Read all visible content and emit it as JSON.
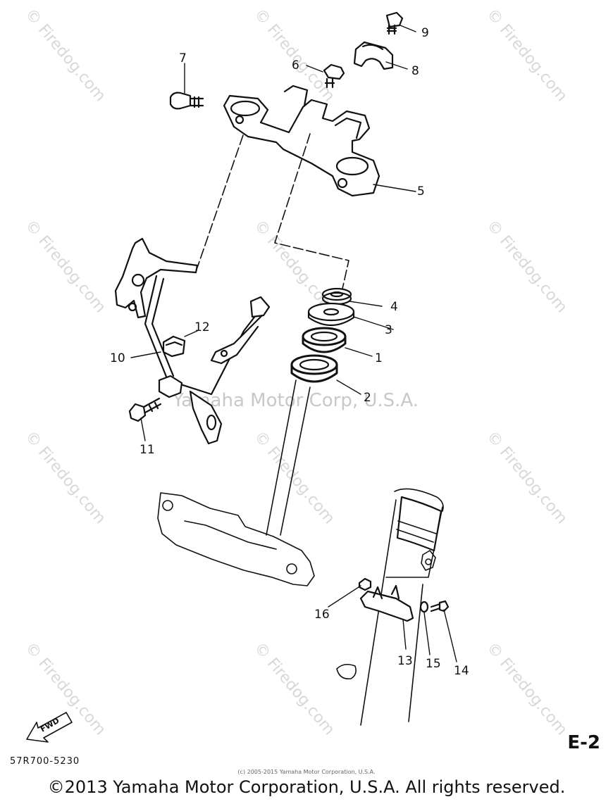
{
  "diagram": {
    "page_code": "E-2",
    "drawing_number": "57R700-5230",
    "fwd_label": "FWD",
    "watermark": "© Firedog.com",
    "center_watermark": "Yamaha Motor Corp, U.S.A.",
    "small_copyright": "(c) 2005-2015 Yamaha Motor Corporation, U.S.A.",
    "copyright": "©2013 Yamaha Motor Corporation, U.S.A. All rights reserved.",
    "callouts": [
      "1",
      "2",
      "3",
      "4",
      "5",
      "6",
      "7",
      "8",
      "9",
      "10",
      "11",
      "12",
      "13",
      "14",
      "15",
      "16"
    ]
  }
}
